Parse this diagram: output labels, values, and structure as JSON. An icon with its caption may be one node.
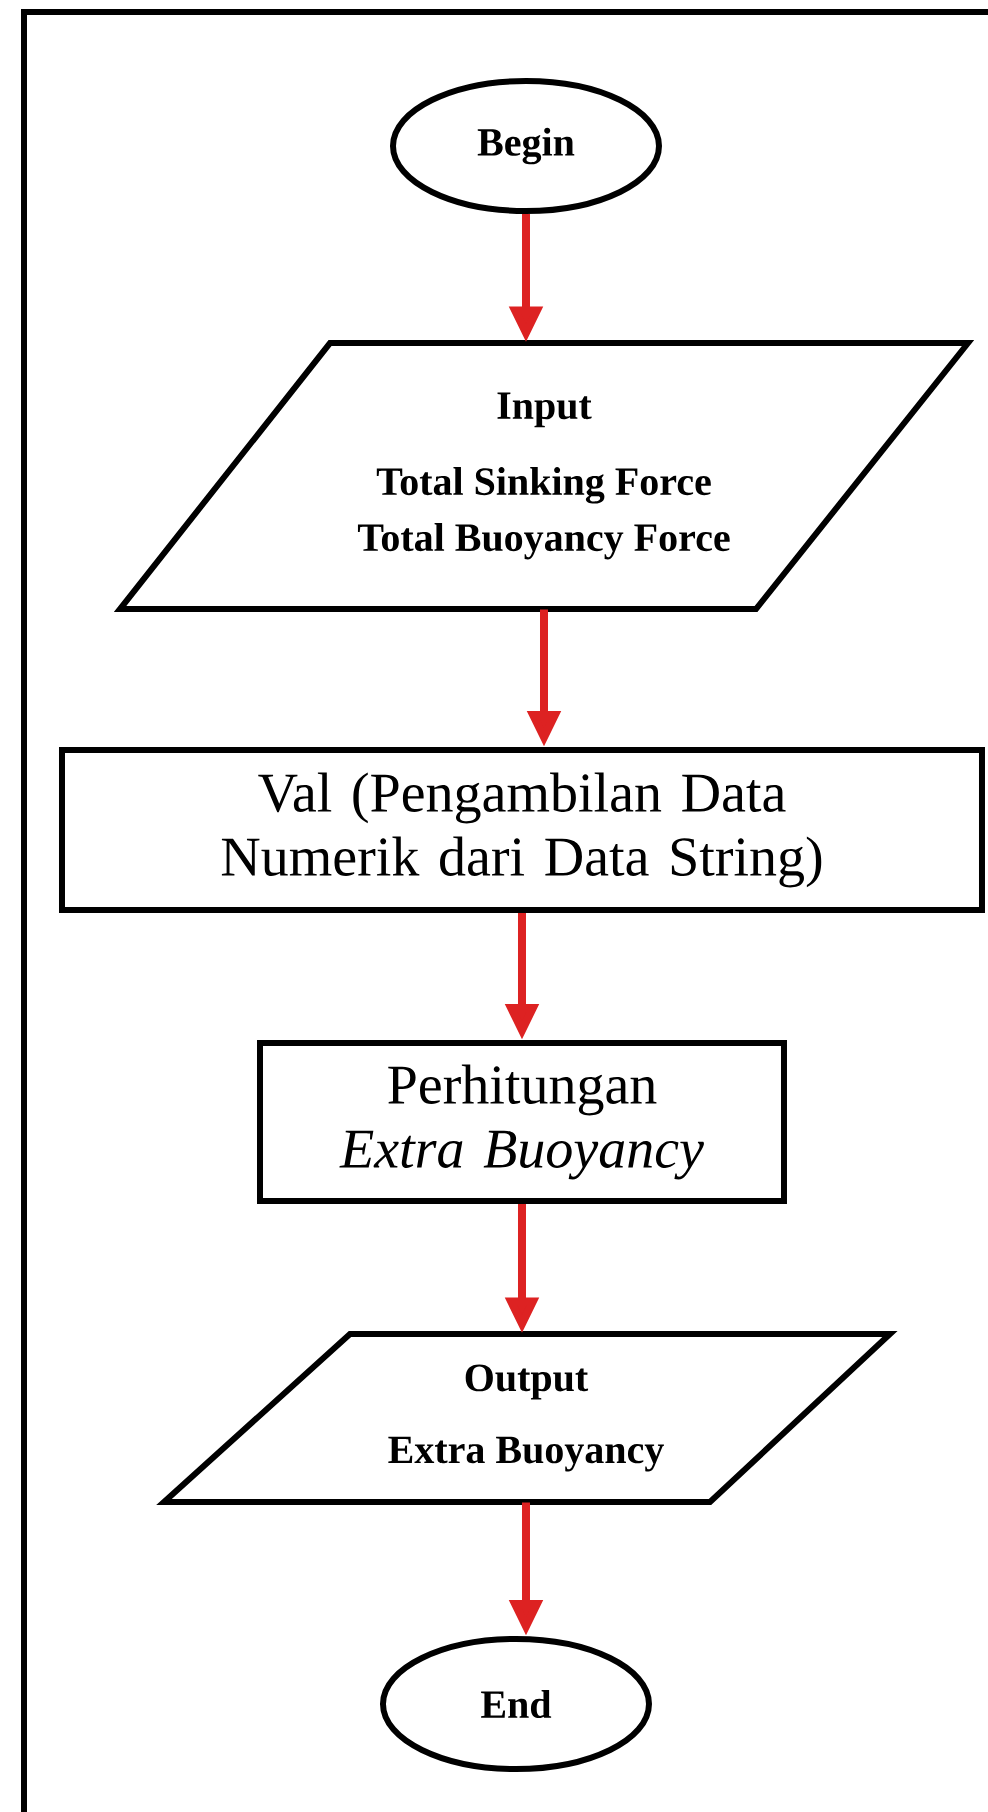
{
  "diagram": {
    "nodes": [
      {
        "text": [
          "Begin"
        ]
      },
      {
        "text": [
          "Input",
          "Total Sinking Force",
          "Total Buoyancy Force"
        ]
      },
      {
        "text": [
          "Val (Pengambilan Data Numerik dari Data String)"
        ]
      },
      {
        "text": [
          "Perhitungan *Extra Buoyancy*"
        ]
      },
      {
        "text": [
          "Output",
          "Extra Buoyancy"
        ]
      },
      {
        "text": [
          "End"
        ]
      }
    ],
    "edges": [
      {
        "from": 0,
        "to": 1,
        "arrow": "to"
      },
      {
        "from": 1,
        "to": 2,
        "arrow": "to"
      },
      {
        "from": 2,
        "to": 3,
        "arrow": "to"
      },
      {
        "from": 3,
        "to": 4,
        "arrow": "to"
      },
      {
        "from": 4,
        "to": 5,
        "arrow": "to"
      }
    ]
  }
}
